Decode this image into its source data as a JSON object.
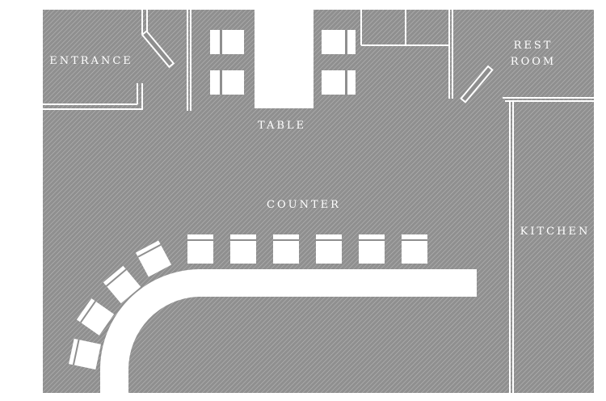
{
  "colors": {
    "floor": "#8f8f8f",
    "hatch": "#bdbdbd",
    "furniture": "#ffffff",
    "background": "#ffffff"
  },
  "labels": {
    "entrance": "ENTRANCE",
    "table": "TABLE",
    "counter": "COUNTER",
    "rest_line1": "REST",
    "rest_line2": "ROOM",
    "kitchen": "KITCHEN"
  }
}
